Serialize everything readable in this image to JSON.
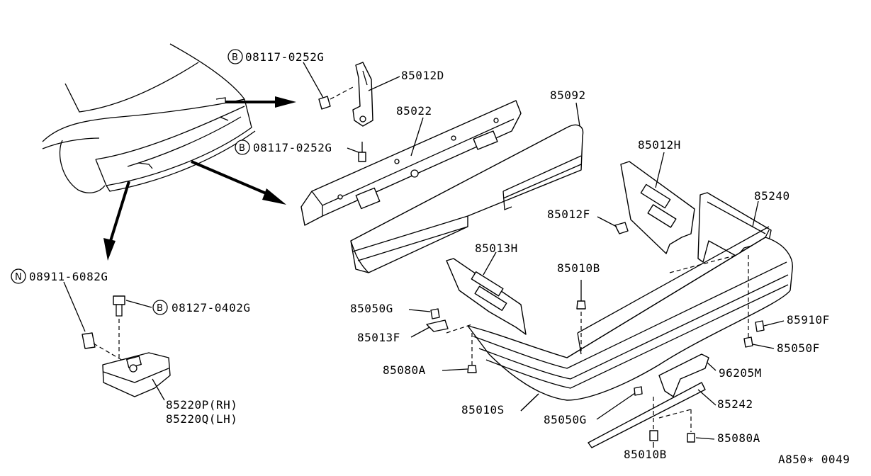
{
  "callouts": {
    "c1": {
      "symbol": "B",
      "code": "08117-0252G"
    },
    "c2": {
      "code": "85012D"
    },
    "c3": {
      "code": "85022"
    },
    "c4": {
      "code": "85092"
    },
    "c5": {
      "symbol": "B",
      "code": "08117-0252G"
    },
    "c6": {
      "code": "85012H"
    },
    "c7": {
      "code": "85240"
    },
    "c8": {
      "code": "85012F"
    },
    "c9": {
      "code": "85013H"
    },
    "c10": {
      "code": "85010B"
    },
    "c11": {
      "symbol": "N",
      "code": "08911-6082G"
    },
    "c12": {
      "symbol": "B",
      "code": "08127-0402G"
    },
    "c13": {
      "code": "85050G"
    },
    "c14": {
      "code": "85910F"
    },
    "c15": {
      "code": "85013F"
    },
    "c16": {
      "code": "85050F"
    },
    "c17": {
      "code": "85080A"
    },
    "c18": {
      "code": "96205M"
    },
    "c19": {
      "code": "85220P(RH)"
    },
    "c20": {
      "code": "85220Q(LH)"
    },
    "c21": {
      "code": "85010S"
    },
    "c22": {
      "code": "85242"
    },
    "c23": {
      "code": "85050G"
    },
    "c24": {
      "code": "85080A"
    },
    "c25": {
      "code": "85010B"
    }
  },
  "diagram_id": "A850∗ 0049"
}
